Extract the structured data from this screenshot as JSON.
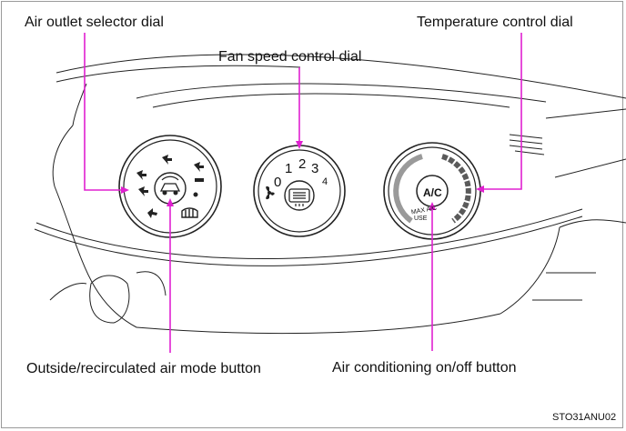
{
  "labels": {
    "air_outlet_selector_dial": "Air outlet selector dial",
    "fan_speed_control_dial": "Fan speed control dial",
    "temperature_control_dial": "Temperature control dial",
    "outside_recirculated_button": "Outside/recirculated air mode button",
    "air_conditioning_button": "Air conditioning on/off button"
  },
  "fan_dial": {
    "speeds": [
      "0",
      "1",
      "2",
      "3",
      "4"
    ]
  },
  "ac_dial": {
    "button_label": "A/C",
    "max_text": "MAX A/C",
    "use_text": "USE"
  },
  "figure_code": "STO31ANU02",
  "colors": {
    "callout": "#e020d0",
    "line_art": "#222222",
    "cool": "#9a9a9a",
    "warm": "#5a5a5a"
  },
  "icons": [
    "airflow-face-icon",
    "airflow-bilevel-icon",
    "airflow-feet-icon",
    "airflow-feet-defrost-icon",
    "defrost-icon",
    "recirculate-car-icon",
    "fan-icon",
    "rear-defogger-icon"
  ]
}
